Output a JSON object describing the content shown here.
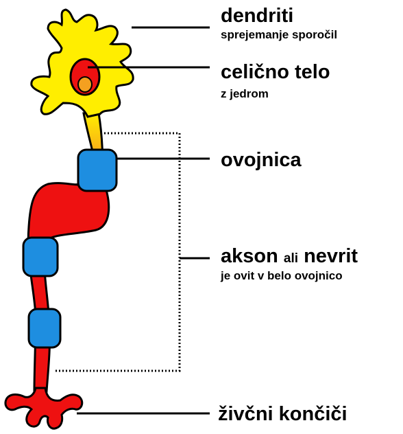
{
  "labels": {
    "dendrites": {
      "title": "dendriti",
      "subtitle": "sprejemanje sporočil"
    },
    "cell_body": {
      "title": "celično telo",
      "subtitle": "z jedrom"
    },
    "sheath": {
      "title": "ovojnica"
    },
    "axon": {
      "title_a": "akson",
      "connector": "ali",
      "title_b": "nevrit",
      "subtitle": "je ovit v belo ovojnico"
    },
    "terminals": {
      "title": "živčni končiči"
    }
  },
  "colors": {
    "soma": "#ffee00",
    "nucleus": "#ee1111",
    "nucleolus": "#f4a020",
    "axon": "#ee1111",
    "myelin": "#1e8ee0",
    "outline": "#000000"
  }
}
